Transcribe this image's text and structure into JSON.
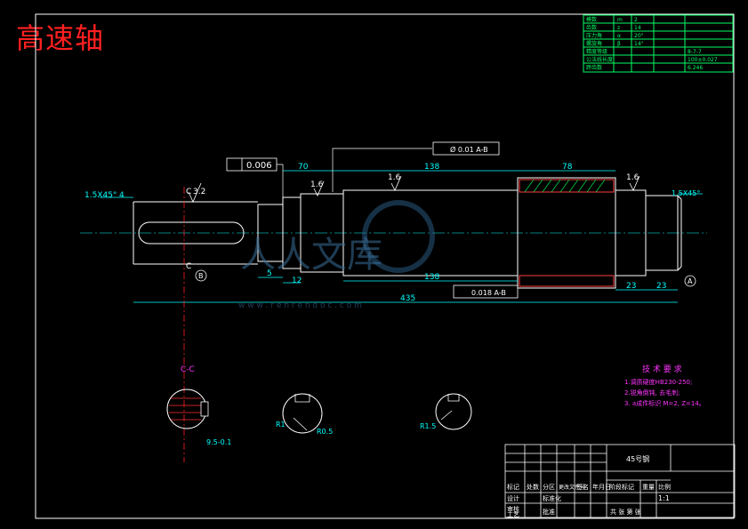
{
  "title": "高速轴",
  "material": "45号钢",
  "scale": "1:1",
  "watermark": {
    "brand": "人人文库",
    "url": "w w w . r e n r e n d o c . c o m"
  },
  "dims": {
    "chamfer": "1.5X45°",
    "chamfer_r": "1.5X45°",
    "len_70": "70",
    "len_138": "138",
    "len_78": "78",
    "len_435": "435",
    "len_5": "5",
    "len_12": "12",
    "len_138b": "138",
    "len_23a": "23",
    "len_23b": "23",
    "len_4": "4",
    "rough_32": "3.2",
    "rough_16a": "1.6",
    "rough_16b": "1.6",
    "rough_16c": "1.6",
    "tol_flat": "0.006",
    "tol_concentric": "Ø 0.01  A-B",
    "tol_runout": "0.018  A-B",
    "sec_cc": "C-C",
    "sec_95": "9.5-0.1",
    "sec_r1": "R1",
    "sec_r05": "R0.5",
    "sec_r15": "R1.5",
    "datum_a": "A",
    "datum_b": "B",
    "cut_c1": "C",
    "cut_c2": "C"
  },
  "tech": {
    "heading": "技 术 要 求",
    "items": [
      "1.调质硬度HB230-250;",
      "2.锐角倒钝, 去毛刺;",
      "3. a成件标识 M=2, Z=14。"
    ]
  },
  "table": {
    "rows": [
      [
        "标记",
        "处数",
        "分区",
        "更改文件号",
        "签名",
        "年月日"
      ],
      [
        "设计",
        "",
        "标准化",
        "",
        "阶段标记",
        "重量",
        "比例"
      ],
      [
        "审核",
        "",
        "",
        "",
        "",
        "",
        "1:1"
      ],
      [
        "工艺",
        "",
        "批准",
        "",
        "共  张 第  张"
      ]
    ]
  },
  "gear_table": {
    "rows": [
      [
        "模数",
        "m",
        "2"
      ],
      [
        "齿数",
        "z",
        "14"
      ],
      [
        "压力角",
        "α",
        "20°"
      ],
      [
        "螺旋角",
        "β",
        "14°"
      ],
      [
        "精度等级",
        "",
        "8-7-7"
      ],
      [
        "公法线长度",
        "",
        "100±0.027"
      ],
      [
        "跨齿数",
        "",
        "6.246"
      ]
    ]
  }
}
